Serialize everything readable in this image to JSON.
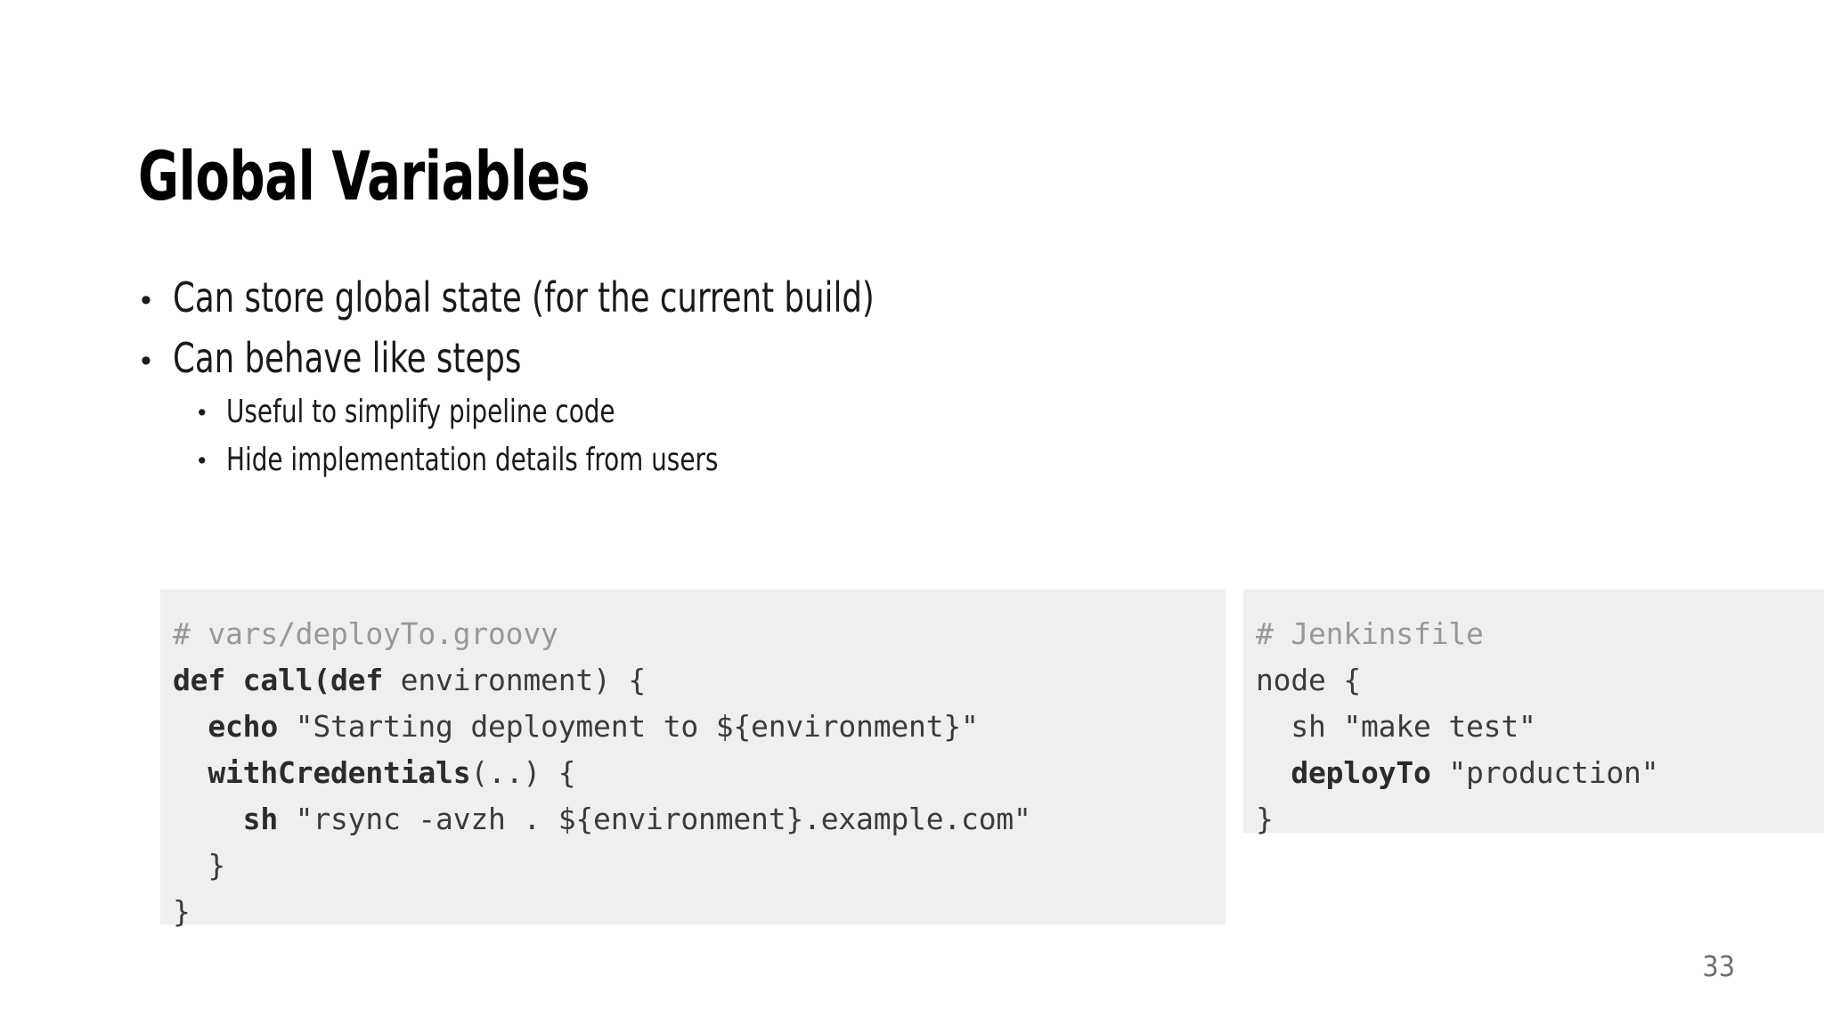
{
  "slide": {
    "title": "Global Variables",
    "page_number": "33",
    "background_color": "#ffffff",
    "code_background_color": "#efefee",
    "comment_color": "#989898",
    "code_text_color": "#3b3b3b",
    "page_number_color": "#6e6e6e"
  },
  "bullets": [
    {
      "level": 1,
      "marker": "•",
      "text": "Can store global state (for the current build)"
    },
    {
      "level": 1,
      "marker": "•",
      "text": "Can behave like steps"
    },
    {
      "level": 2,
      "marker": "•",
      "text": "Useful to simplify pipeline code"
    },
    {
      "level": 2,
      "marker": "•",
      "text": "Hide implementation details from users"
    }
  ],
  "code_blocks": {
    "left": {
      "name": "vars-deployto-groovy",
      "lines": [
        {
          "segments": [
            {
              "text": "# vars/deployTo.groovy",
              "style": "comment"
            }
          ]
        },
        {
          "segments": [
            {
              "text": "def call(def",
              "style": "keyword"
            },
            {
              "text": " environment) {",
              "style": "plain"
            }
          ]
        },
        {
          "segments": [
            {
              "text": "  ",
              "style": "plain"
            },
            {
              "text": "echo",
              "style": "keyword"
            },
            {
              "text": " \"Starting deployment to ${environment}\"",
              "style": "plain"
            }
          ]
        },
        {
          "segments": [
            {
              "text": "  ",
              "style": "plain"
            },
            {
              "text": "withCredentials",
              "style": "keyword"
            },
            {
              "text": "(..) {",
              "style": "plain"
            }
          ]
        },
        {
          "segments": [
            {
              "text": "    ",
              "style": "plain"
            },
            {
              "text": "sh",
              "style": "keyword"
            },
            {
              "text": " \"rsync -avzh . ${environment}.example.com\"",
              "style": "plain"
            }
          ]
        },
        {
          "segments": [
            {
              "text": "  }",
              "style": "plain"
            }
          ]
        },
        {
          "segments": [
            {
              "text": "}",
              "style": "plain"
            }
          ]
        }
      ]
    },
    "right": {
      "name": "jenkinsfile",
      "lines": [
        {
          "segments": [
            {
              "text": "# Jenkinsfile",
              "style": "comment"
            }
          ]
        },
        {
          "segments": [
            {
              "text": "node {",
              "style": "plain"
            }
          ]
        },
        {
          "segments": [
            {
              "text": "  sh \"make test\"",
              "style": "plain"
            }
          ]
        },
        {
          "segments": [
            {
              "text": "  ",
              "style": "plain"
            },
            {
              "text": "deployTo",
              "style": "keyword"
            },
            {
              "text": " \"production\"",
              "style": "plain"
            }
          ]
        },
        {
          "segments": [
            {
              "text": "}",
              "style": "plain"
            }
          ]
        }
      ]
    }
  }
}
